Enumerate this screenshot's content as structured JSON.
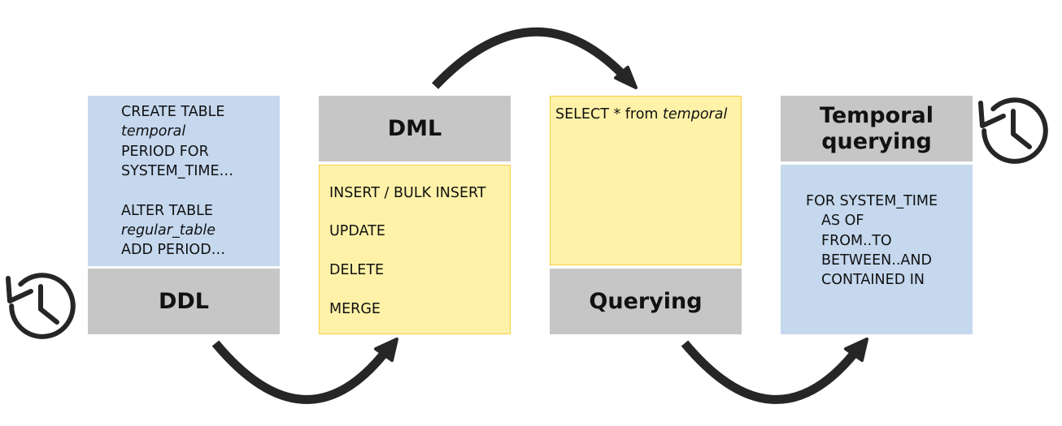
{
  "colors": {
    "gray_box": "#c6c6c6",
    "blue_box": "#c5d8ee",
    "yellow_box": "#fff2a8",
    "yellow_border": "#f5cf45",
    "arrow": "#262626"
  },
  "ddl": {
    "label": "DDL",
    "line1": "CREATE TABLE",
    "line2": "temporal",
    "line3": "PERIOD FOR",
    "line4": "SYSTEM_TIME…",
    "line5": "ALTER TABLE",
    "line6": "regular_table",
    "line7": "ADD PERIOD…"
  },
  "dml": {
    "label": "DML",
    "items": [
      "INSERT / BULK INSERT",
      "UPDATE",
      "DELETE",
      "MERGE"
    ]
  },
  "querying": {
    "label": "Querying",
    "select_prefix": "SELECT * from ",
    "select_table": "temporal"
  },
  "temporal": {
    "label_line1": "Temporal",
    "label_line2": "querying",
    "lines": [
      "FOR SYSTEM_TIME",
      "AS OF",
      "FROM..TO",
      "BETWEEN..AND",
      "CONTAINED IN"
    ]
  },
  "icons": [
    "history-icon",
    "history-icon"
  ]
}
